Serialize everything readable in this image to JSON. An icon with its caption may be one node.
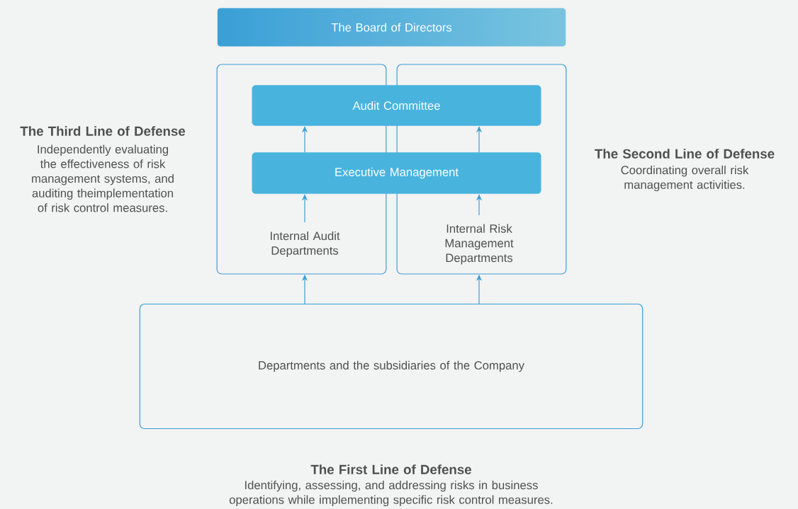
{
  "diagram": {
    "nodes": [
      {
        "text": [
          "The Board of Directors"
        ]
      },
      {
        "text": [],
        "shape": "box"
      },
      {
        "text": [],
        "shape": "box"
      },
      {
        "text": [
          "Audit Committee"
        ]
      },
      {
        "text": [
          "Executive Management"
        ]
      },
      {
        "text": [
          "Internal Audit Departments"
        ],
        "in": 1
      },
      {
        "text": [
          "Internal Risk Management Departments"
        ],
        "in": 2
      },
      {
        "text": [
          "Departments and the subsidiaries of the Company"
        ]
      }
    ],
    "edges": [
      {
        "from": 5,
        "to": 4,
        "arrow": "to"
      },
      {
        "from": 4,
        "to": 3,
        "arrow": "to"
      },
      {
        "from": 6,
        "to": 4,
        "arrow": "to"
      },
      {
        "from": 4,
        "to": 3,
        "arrow": "to"
      },
      {
        "from": 7,
        "to": 1,
        "arrow": "to"
      },
      {
        "from": 7,
        "to": 2,
        "arrow": "to"
      }
    ],
    "labels": [
      "The Third Line of Defense",
      "Independently evaluating the effectiveness of risk management systems, and auditing theimplementation of risk control measures.",
      "The Second Line of Defense",
      "Coordinating overall risk management activities.",
      "The First Line of Defense",
      "Identifying, assessing, and addressing risks in business operations while implementing specific risk control measures."
    ]
  }
}
